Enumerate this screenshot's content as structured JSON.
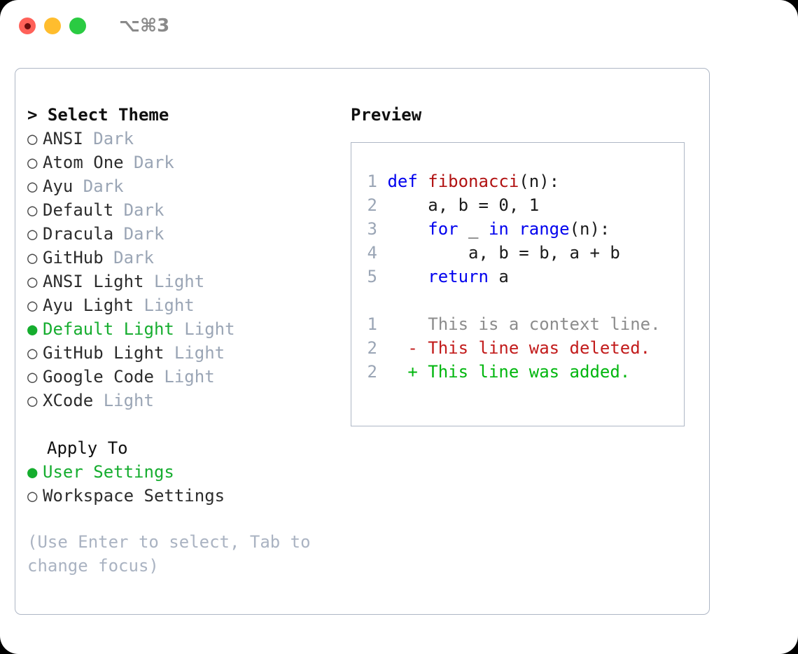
{
  "window": {
    "shortcut_label": "⌥⌘3",
    "traffic_lights": [
      {
        "name": "close",
        "color": "#ff6159"
      },
      {
        "name": "minimize",
        "color": "#ffbd2e"
      },
      {
        "name": "maximize",
        "color": "#2acb42"
      }
    ]
  },
  "theme_picker": {
    "header": "> Select Theme",
    "selected_bullet": "●",
    "unselected_bullet": "○",
    "items": [
      {
        "name": "ANSI",
        "variant": "Dark",
        "selected": false
      },
      {
        "name": "Atom One",
        "variant": "Dark",
        "selected": false
      },
      {
        "name": "Ayu",
        "variant": "Dark",
        "selected": false
      },
      {
        "name": "Default",
        "variant": "Dark",
        "selected": false
      },
      {
        "name": "Dracula",
        "variant": "Dark",
        "selected": false
      },
      {
        "name": "GitHub",
        "variant": "Dark",
        "selected": false
      },
      {
        "name": "ANSI Light",
        "variant": "Light",
        "selected": false
      },
      {
        "name": "Ayu Light",
        "variant": "Light",
        "selected": false
      },
      {
        "name": "Default Light",
        "variant": "Light",
        "selected": true
      },
      {
        "name": "GitHub Light",
        "variant": "Light",
        "selected": false
      },
      {
        "name": "Google Code",
        "variant": "Light",
        "selected": false
      },
      {
        "name": "XCode",
        "variant": "Light",
        "selected": false
      }
    ]
  },
  "apply_to": {
    "header": "Apply To",
    "options": [
      {
        "label": "User Settings",
        "selected": true
      },
      {
        "label": "Workspace Settings",
        "selected": false
      }
    ]
  },
  "hint": "(Use Enter to select, Tab to change focus)",
  "preview": {
    "title": "Preview",
    "code_lines": [
      {
        "no": "1",
        "tokens": [
          {
            "t": "def ",
            "c": "kw"
          },
          {
            "t": "fibonacci",
            "c": "fn"
          },
          {
            "t": "(n):",
            "c": "plain"
          }
        ]
      },
      {
        "no": "2",
        "tokens": [
          {
            "t": "    a, b = 0, 1",
            "c": "plain"
          }
        ]
      },
      {
        "no": "3",
        "tokens": [
          {
            "t": "    ",
            "c": "plain"
          },
          {
            "t": "for",
            "c": "kw"
          },
          {
            "t": " _ ",
            "c": "plain"
          },
          {
            "t": "in",
            "c": "kw"
          },
          {
            "t": " ",
            "c": "plain"
          },
          {
            "t": "range",
            "c": "kw"
          },
          {
            "t": "(n):",
            "c": "plain"
          }
        ]
      },
      {
        "no": "4",
        "tokens": [
          {
            "t": "        a, b = b, a + b",
            "c": "plain"
          }
        ]
      },
      {
        "no": "5",
        "tokens": [
          {
            "t": "    ",
            "c": "plain"
          },
          {
            "t": "return",
            "c": "kw"
          },
          {
            "t": " a",
            "c": "plain"
          }
        ]
      }
    ],
    "diff_lines": [
      {
        "no": "1",
        "marker": "  ",
        "text": "This is a context line.",
        "kind": "ctx"
      },
      {
        "no": "2",
        "marker": "- ",
        "text": "This line was deleted.",
        "kind": "del"
      },
      {
        "no": "2",
        "marker": "+ ",
        "text": "This line was added.",
        "kind": "add"
      }
    ]
  },
  "colors": {
    "selected_green": "#16ad2f",
    "muted_gray": "#9aa5b5",
    "keyword_blue": "#0000ee",
    "function_red": "#b11212",
    "diff_delete": "#c21b1b",
    "diff_add": "#00b60e",
    "border": "#aeb7c5"
  }
}
